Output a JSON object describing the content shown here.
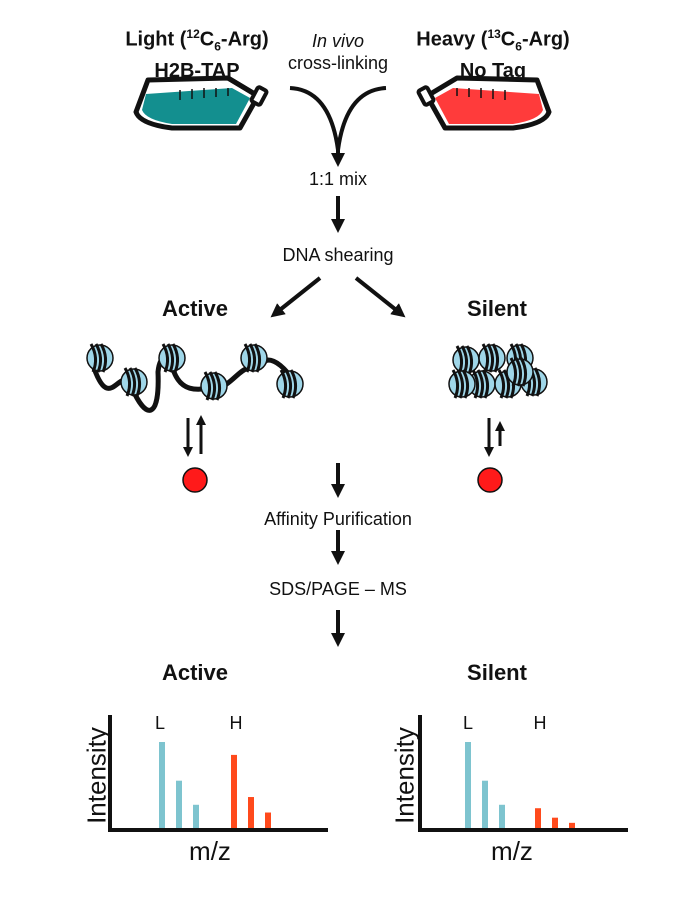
{
  "light_label": {
    "prefix": "Light (",
    "isotope_sup": "12",
    "element": "C",
    "element_sub": "6",
    "suffix": "-Arg)",
    "tag": "H2B-TAP"
  },
  "heavy_label": {
    "prefix": "Heavy (",
    "isotope_sup": "13",
    "element": "C",
    "element_sub": "6",
    "suffix": "-Arg)",
    "tag": "No Tag"
  },
  "crosslink": {
    "line1": "In vivo",
    "line2": "cross-linking"
  },
  "steps": {
    "mix": "1:1 mix",
    "shearing": "DNA shearing",
    "affinity": "Affinity Purification",
    "sds": "SDS/PAGE – MS"
  },
  "chromatin": {
    "active": "Active",
    "silent": "Silent"
  },
  "spectra": {
    "active_title": "Active",
    "silent_title": "Silent",
    "ylabel": "Intensity",
    "xlabel": "m/z",
    "light_peak_label": "L",
    "heavy_peak_label": "H"
  },
  "colors": {
    "light": "#7ec4cf",
    "light_flask": "#138f8f",
    "heavy": "#ff4a1c",
    "heavy_flask": "#ff3b3b",
    "nucleosome": "#9fd6e8",
    "bead": "#ff1a1a"
  },
  "chart_data": [
    {
      "type": "bar",
      "title": "Active",
      "xlabel": "m/z",
      "ylabel": "Intensity",
      "series": [
        {
          "name": "L",
          "values": [
            1.0,
            0.55,
            0.27
          ]
        },
        {
          "name": "H",
          "values": [
            0.85,
            0.36,
            0.18
          ]
        }
      ]
    },
    {
      "type": "bar",
      "title": "Silent",
      "xlabel": "m/z",
      "ylabel": "Intensity",
      "series": [
        {
          "name": "L",
          "values": [
            1.0,
            0.55,
            0.27
          ]
        },
        {
          "name": "H",
          "values": [
            0.23,
            0.12,
            0.06
          ]
        }
      ]
    }
  ]
}
